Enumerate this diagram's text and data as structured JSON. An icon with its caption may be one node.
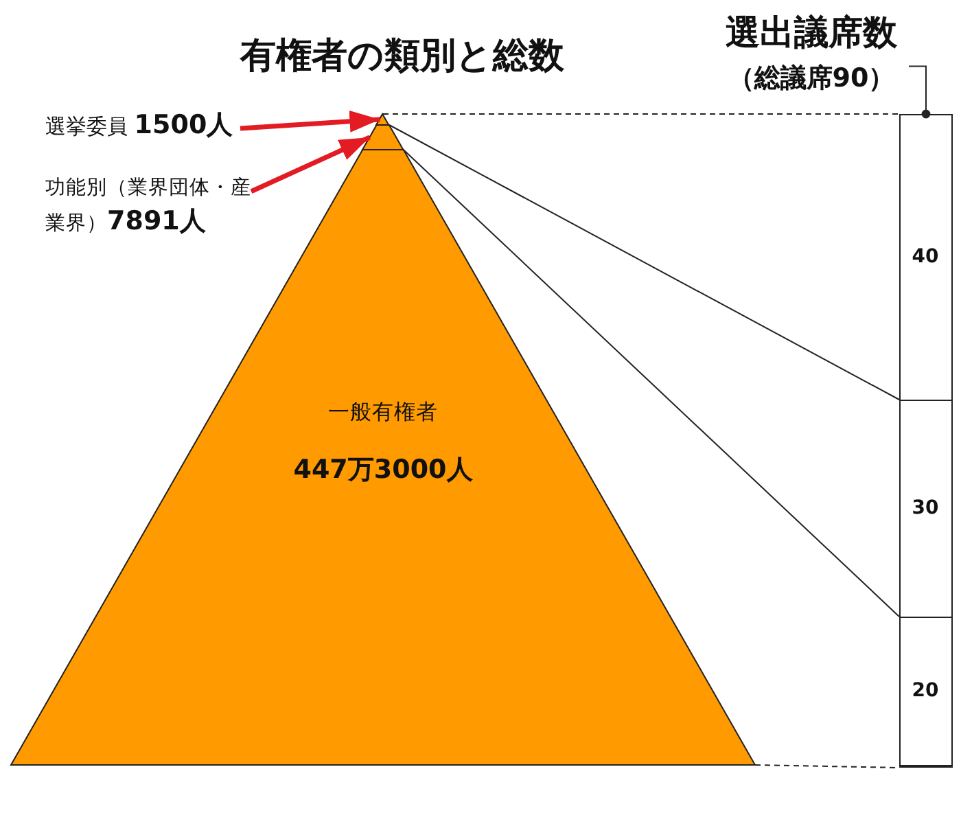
{
  "diagram": {
    "title": "有権者の類別と総数",
    "nodes": [
      {
        "text": [
          "選挙委員 **1500人**"
        ]
      },
      {
        "text": [
          "功能別（業界団体・産業界）**7891人**"
        ]
      },
      {
        "text": [],
        "shape": "triangle"
      },
      {
        "text": [],
        "shape": "trapezoid"
      },
      {
        "text": [
          "一般有権者",
          "447万3000人"
        ]
      },
      {
        "text": [
          "選出議席数",
          "（総議席90）"
        ]
      },
      {
        "text": [],
        "shape": "box"
      },
      {
        "text": [
          "40"
        ],
        "in": 6
      },
      {
        "text": [
          "30"
        ],
        "in": 6
      },
      {
        "text": [
          "20"
        ],
        "in": 6
      }
    ],
    "edges": [
      {
        "from": 0,
        "to": 2,
        "arrow": "to",
        "style": "thick",
        "color": "#e31b23"
      },
      {
        "from": 1,
        "to": 3,
        "arrow": "to",
        "style": "thick",
        "color": "#e31b23"
      },
      {
        "from": 5,
        "to": 6,
        "arrow": "other"
      },
      {
        "from": 2,
        "to": 6,
        "arrow": "none",
        "style": "dashed"
      },
      {
        "from": 3,
        "to": 8,
        "arrow": "none"
      },
      {
        "from": 4,
        "to": 9,
        "arrow": "none"
      },
      {
        "from": 4,
        "to": 9,
        "arrow": "none",
        "style": "dashed"
      }
    ]
  }
}
